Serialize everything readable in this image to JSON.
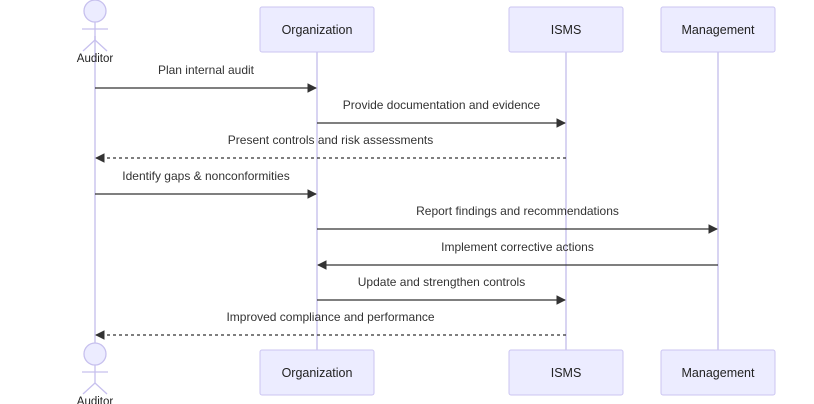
{
  "participants": [
    {
      "id": "auditor",
      "label": "Auditor",
      "kind": "actor"
    },
    {
      "id": "organization",
      "label": "Organization",
      "kind": "box"
    },
    {
      "id": "isms",
      "label": "ISMS",
      "kind": "box"
    },
    {
      "id": "management",
      "label": "Management",
      "kind": "box"
    }
  ],
  "messages": [
    {
      "from": "auditor",
      "to": "organization",
      "text": "Plan internal audit",
      "style": "solid"
    },
    {
      "from": "organization",
      "to": "isms",
      "text": "Provide documentation and evidence",
      "style": "solid"
    },
    {
      "from": "isms",
      "to": "auditor",
      "text": "Present controls and risk assessments",
      "style": "dashed"
    },
    {
      "from": "auditor",
      "to": "organization",
      "text": "Identify gaps & nonconformities",
      "style": "solid"
    },
    {
      "from": "organization",
      "to": "management",
      "text": "Report findings and recommendations",
      "style": "solid"
    },
    {
      "from": "management",
      "to": "organization",
      "text": "Implement corrective actions",
      "style": "solid"
    },
    {
      "from": "organization",
      "to": "isms",
      "text": "Update and strengthen controls",
      "style": "solid"
    },
    {
      "from": "isms",
      "to": "auditor",
      "text": "Improved compliance and performance",
      "style": "dashed"
    }
  ],
  "colors": {
    "box_fill": "#ececff",
    "box_stroke": "#cbc5f2",
    "lifeline": "#cfc9ef",
    "arrow": "#333333",
    "text": "#222222"
  }
}
